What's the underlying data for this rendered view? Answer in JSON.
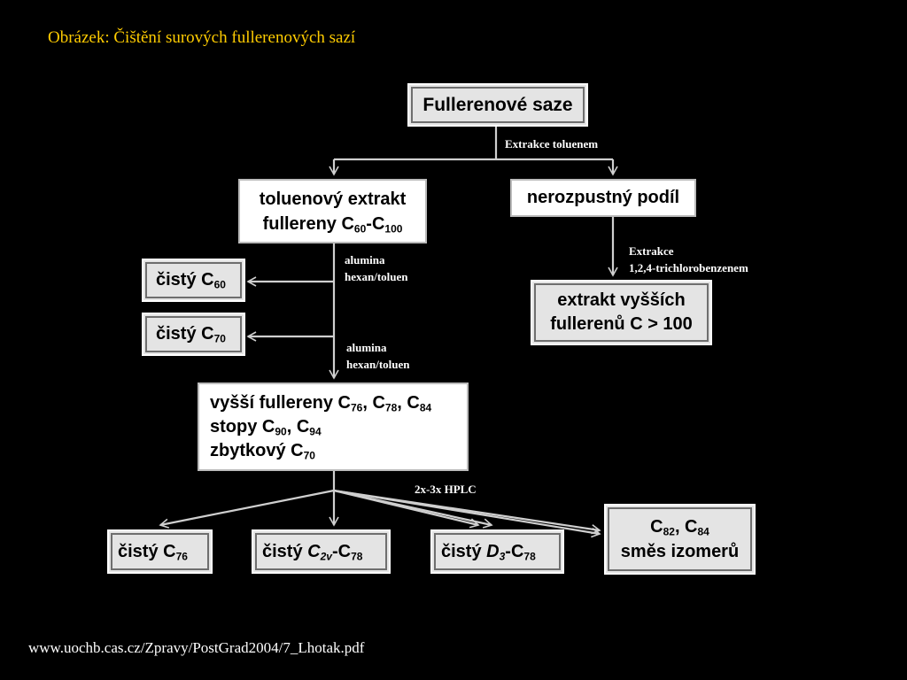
{
  "title": "Obrázek: Čištění surových fullerenových sazí",
  "footer": "www.uochb.cas.cz/Zpravy/PostGrad2004/7_Lhotak.pdf",
  "nodes": {
    "soot": "Fullerenové saze",
    "toluene_extract": {
      "line1": "toluenový extrakt",
      "line2_pre": "fullereny C",
      "sub1": "60",
      "mid": "-C",
      "sub2": "100"
    },
    "insoluble": "nerozpustný podíl",
    "higher_extract": {
      "line1": "extrakt vyšších",
      "line2": "fullerenů C > 100"
    },
    "pure_c60": {
      "pre": "čistý C",
      "sub": "60"
    },
    "pure_c70": {
      "pre": "čistý C",
      "sub": "70"
    },
    "higher_fullerenes": {
      "l1_pre": "vyšší fullereny C",
      "l1_sub1": "76",
      "l1_sep1": ", C",
      "l1_sub2": "78",
      "l1_sep2": ", C",
      "l1_sub3": "84",
      "l2_pre": "stopy C",
      "l2_sub1": "90",
      "l2_sep": ", C",
      "l2_sub2": "94",
      "l3_pre": "zbytkový C",
      "l3_sub": "70"
    },
    "pure_c76": {
      "pre": "čistý C",
      "sub": "76"
    },
    "pure_c2v_c78": {
      "pre": "čistý ",
      "italic": "C",
      "isub": "2v",
      "post": "-C",
      "sub": "78"
    },
    "pure_d3_c78": {
      "pre": "čistý ",
      "italic": "D",
      "isub": "3",
      "post": "-C",
      "sub": "78"
    },
    "isomers": {
      "l1_pre": "C",
      "l1_sub1": "82",
      "l1_sep": ", C",
      "l1_sub2": "84",
      "l2": "směs izomerů"
    }
  },
  "labels": {
    "toluene_extraction": "Extrakce toluenem",
    "tcb_extraction_1": "Extrakce",
    "tcb_extraction_2": "1,2,4-trichlorobenzenem",
    "alumina1_1": "alumina",
    "alumina1_2": "hexan/toluen",
    "alumina2_1": "alumina",
    "alumina2_2": "hexan/toluen",
    "hplc": "2x-3x HPLC"
  }
}
